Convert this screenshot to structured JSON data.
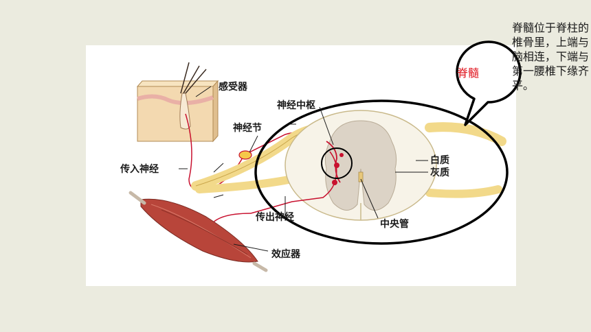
{
  "labels": {
    "receptor": "感受器",
    "nerve_center": "神经中枢",
    "ganglion": "神经节",
    "afferent_nerve": "传入神经",
    "efferent_nerve": "传出神经",
    "white_matter": "白质",
    "gray_matter": "灰质",
    "central_canal": "中央管",
    "effector": "效应器"
  },
  "callout": {
    "text": "脊髓",
    "color": "#e0141e"
  },
  "side_text": "脊髓位于脊柱的椎骨里，上端与脑相连，下端与第一腰椎下缘齐平。",
  "colors": {
    "slide_background": "#ebebdf",
    "nerve": "#f2d98a",
    "nerve_fiber": "#c8102e",
    "gray_matter": "#dcd3c6",
    "white_matter": "#f7f3e8",
    "muscle": "#b8453a",
    "skin": "#f3d9b0"
  }
}
